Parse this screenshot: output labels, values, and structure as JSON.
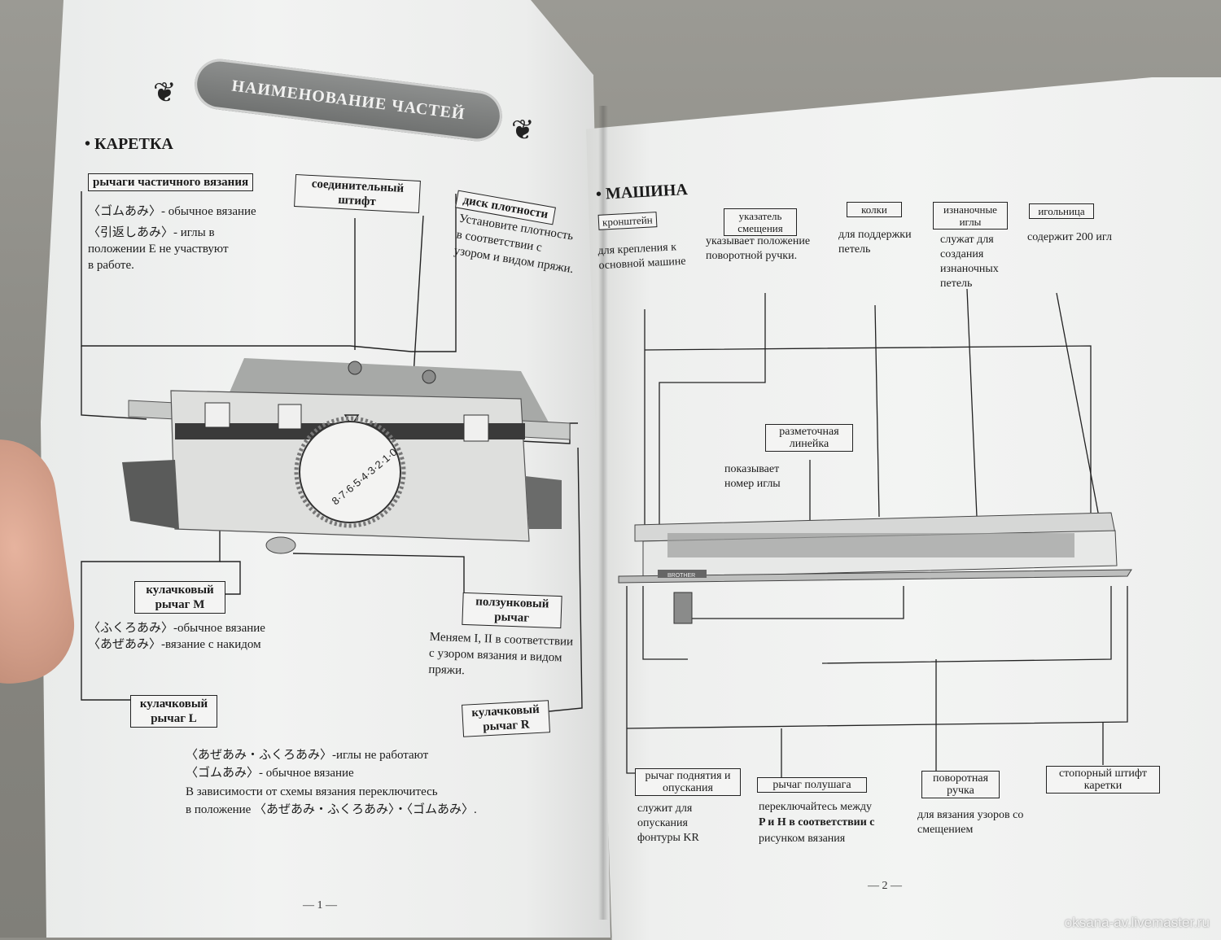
{
  "left_page": {
    "banner_title": "НАИМЕНОВАНИЕ ЧАСТЕЙ",
    "section_title": "• КАРЕТКА",
    "labels": {
      "partial_levers": "рычаги частичного вязания",
      "connecting_pin": "соединительный штифт",
      "tension_dial": "диск плотности",
      "cam_lever_m": "кулачковый рычаг M",
      "slide_lever": "ползунковый рычаг",
      "cam_lever_l": "кулачковый рычаг L",
      "cam_lever_r": "кулачковый рычаг R"
    },
    "texts": {
      "partial_1": "〈ゴムあみ〉- обычное вязание",
      "partial_2": "〈引返しあみ〉- иглы в положении E не участвуют в работе.",
      "tension_desc": "Установите плотность в соответствии с узором и видом пряжи.",
      "cam_m_1": "〈ふくろあみ〉-обычное вязание",
      "cam_m_2": "〈あぜあみ〉-вязание с накидом",
      "slide_desc": "Меняем I, II в соответствии с узором вязания и видом пряжи.",
      "bottom_1": "〈あぜあみ・ふくろあみ〉-иглы не работают",
      "bottom_2": "〈ゴムあみ〉- обычное вязание",
      "bottom_3": "В зависимости от схемы вязания переключитесь",
      "bottom_4": "в положение 〈あぜあみ・ふくろあみ〉・〈ゴムあみ〉."
    },
    "dial_numbers": "8·7·6·5·4·3·2·1·0",
    "page_number": "— 1 —"
  },
  "right_page": {
    "section_title": "• МАШИНА",
    "labels": {
      "bracket": "кронштейн",
      "shift_indicator": "указатель смещения",
      "pegs": "колки",
      "purl_needles": "изнаночные иглы",
      "needle_bed": "игольница",
      "ruler": "разметочная линейка",
      "raise_lever": "рычаг поднятия и опускания",
      "half_step_lever": "рычаг полушага",
      "rotary_knob": "поворотная ручка",
      "stopper_pin": "стопорный штифт каретки"
    },
    "texts": {
      "bracket_desc": "для крепления к основной машине",
      "shift_desc": "указывает положение поворотной ручки.",
      "pegs_desc": "для поддержки петель",
      "purl_desc": "служат для создания изнаночных петель",
      "needle_bed_desc": "содержит 200 игл",
      "ruler_desc": "показывает номер иглы",
      "raise_desc": "служит для опускания фонтуры KR",
      "half_step_desc_1": "переключайтесь между",
      "half_step_desc_2": "P и H в соответствии с",
      "half_step_desc_3": "рисунком вязания",
      "rotary_desc": "для вязания узоров со смещением"
    },
    "machine_brand": "BROTHER",
    "page_number": "— 2 —"
  },
  "watermark": "oksana-av.livemaster.ru"
}
